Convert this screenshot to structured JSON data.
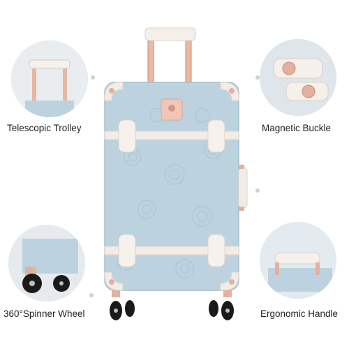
{
  "features": [
    {
      "id": "telescopic-trolley",
      "label": "Telescopic Trolley",
      "icon": "telescopic-handle-icon"
    },
    {
      "id": "magnetic-buckle",
      "label": "Magnetic Buckle",
      "icon": "magnetic-buckle-icon"
    },
    {
      "id": "spinner-wheel",
      "label": "360°Spinner Wheel",
      "icon": "spinner-wheel-icon"
    },
    {
      "id": "ergonomic-handle",
      "label": "Ergonomic Handle",
      "icon": "ergonomic-handle-icon"
    }
  ],
  "colors": {
    "suitcase_body": "#bcd3df",
    "trim": "#f3ece6",
    "rose_gold": "#e6b9a6",
    "wheel": "#1a1a1a"
  }
}
